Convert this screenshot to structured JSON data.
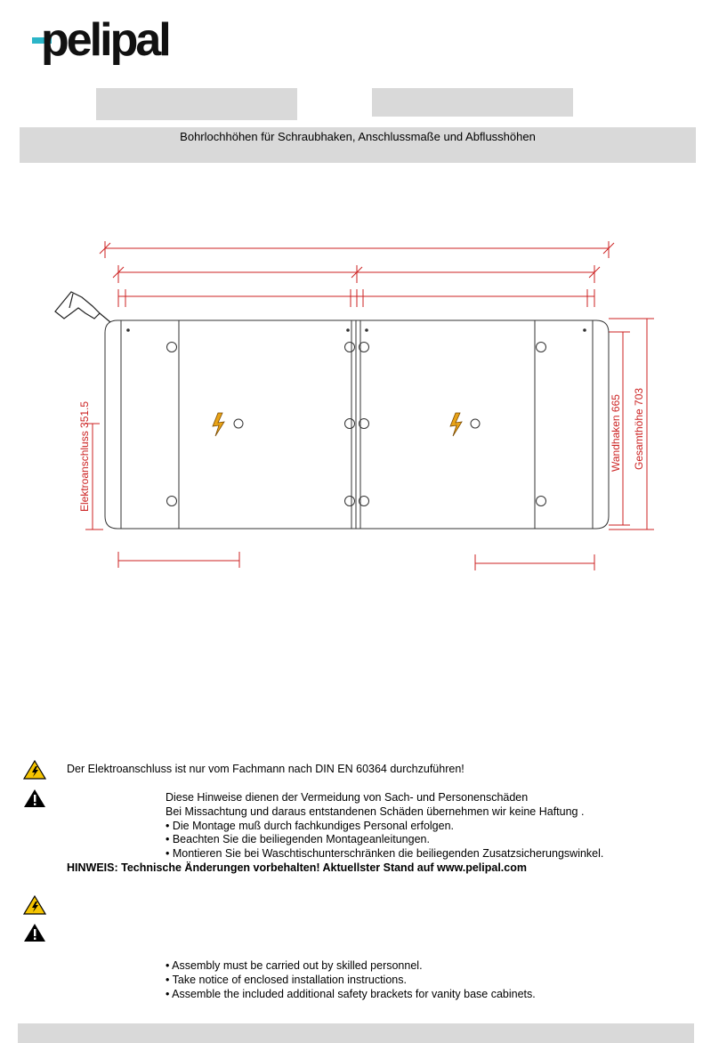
{
  "brand": {
    "name": "pelipal"
  },
  "header": {
    "subtitle": "Bohrlochhöhen für Schraubhaken, Anschlussmaße und Abflusshöhen"
  },
  "drawing": {
    "labels": {
      "electro": "Elektroanschluss 351.5",
      "wall_hook": "Wandhaken 665",
      "total_height": "Gesamthöhe 703"
    },
    "colors": {
      "dimension": "#cc2222",
      "outline": "#333333",
      "electric": "#e8a317"
    }
  },
  "notes_de": {
    "electro_warning": "Der Elektroanschluss ist nur vom Fachmann nach DIN EN 60364 durchzuführen!",
    "lines": [
      "Diese Hinweise dienen  der Vermeidung von Sach- und Personenschäden",
      "Bei Missachtung und daraus entstandenen Schäden übernehmen wir keine Haftung .",
      "• Die Montage muß durch fachkundiges Personal erfolgen.",
      "• Beachten Sie die beiliegenden Montageanleitungen.",
      "• Montieren Sie bei Waschtischunterschränken die beiliegenden Zusatzsicherungswinkel."
    ],
    "hint": "HINWEIS:  Technische Änderungen vorbehalten! Aktuellster Stand auf www.pelipal.com"
  },
  "notes_en": {
    "lines": [
      "• Assembly must be carried out by skilled personnel.",
      "• Take notice of enclosed installation instructions.",
      "• Assemble the included additional safety brackets for vanity base cabinets."
    ]
  },
  "icons": {
    "electric_warning": "electric-warning-icon",
    "general_warning": "general-warning-icon"
  }
}
